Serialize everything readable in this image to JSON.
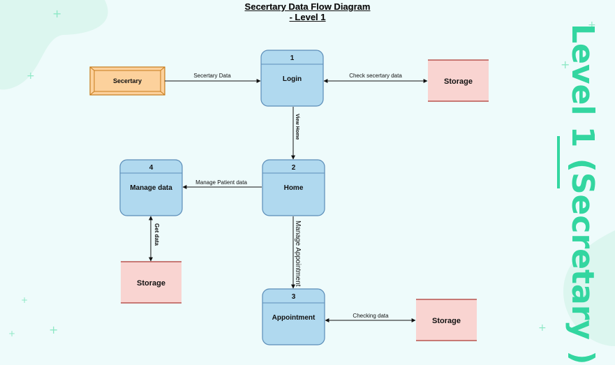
{
  "title": {
    "line1": "Secertary Data Flow Diagram",
    "line2": "- Level 1"
  },
  "side_title": "Level 1 (Secretary )",
  "entity": {
    "label": "Secertary"
  },
  "processes": [
    {
      "id": "p1",
      "number": "1",
      "label": "Login"
    },
    {
      "id": "p2",
      "number": "2",
      "label": "Home"
    },
    {
      "id": "p3",
      "number": "3",
      "label": "Appointment"
    },
    {
      "id": "p4",
      "number": "4",
      "label": "Manage data"
    }
  ],
  "stores": [
    {
      "id": "s1",
      "label": "Storage"
    },
    {
      "id": "s2",
      "label": "Storage"
    },
    {
      "id": "s3",
      "label": "Storage"
    }
  ],
  "flows": [
    {
      "id": "f1",
      "label": "Secertary Data"
    },
    {
      "id": "f2",
      "label": "Check secertary data"
    },
    {
      "id": "f3",
      "label": "View Home"
    },
    {
      "id": "f4",
      "label": "Manage Patient data"
    },
    {
      "id": "f5",
      "label": "Get data"
    },
    {
      "id": "f6",
      "label": "Manage Appointment"
    },
    {
      "id": "f7",
      "label": "Checking data"
    }
  ],
  "colors": {
    "process_fill": "#b0d9ef",
    "process_stroke": "#5b8db8",
    "entity_fill": "#fcd19c",
    "entity_stroke": "#c77b1a",
    "store_fill": "#f9d4d1",
    "store_stroke": "#b85450",
    "accent": "#33d6a0"
  }
}
